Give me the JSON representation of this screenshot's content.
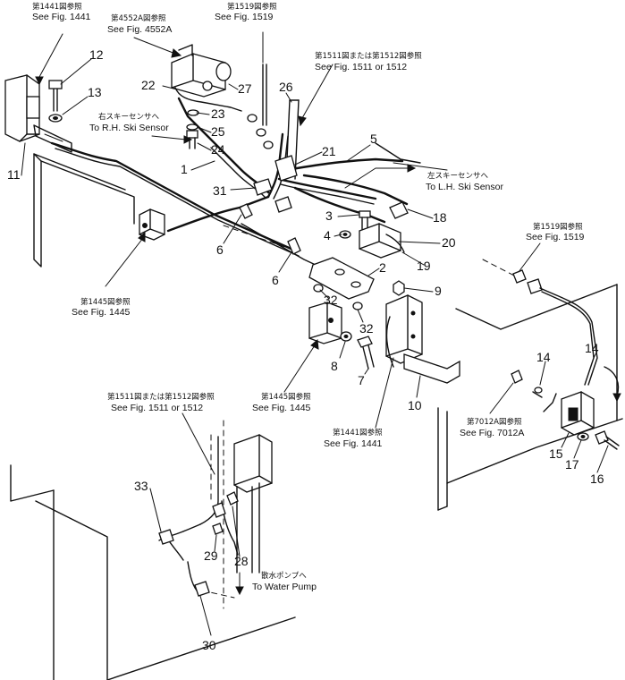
{
  "refs": {
    "r1441_top": {
      "jp": "第1441図参照",
      "en": "See Fig. 1441"
    },
    "r4552": {
      "jp": "第4552A図参照",
      "en": "See Fig. 4552A"
    },
    "r1519_top": {
      "jp": "第1519図参照",
      "en": "See Fig. 1519"
    },
    "r1511_top": {
      "jp": "第1511図または第1512図参照",
      "en": "See Fig. 1511 or 1512"
    },
    "r_rh": {
      "jp": "右スキーセンサへ",
      "en": "To R.H. Ski Sensor"
    },
    "r_lh": {
      "jp": "左スキーセンサへ",
      "en": "To L.H. Ski Sensor"
    },
    "r1519_right": {
      "jp": "第1519図参照",
      "en": "See Fig. 1519"
    },
    "r1445_left": {
      "jp": "第1445図参照",
      "en": "See Fig. 1445"
    },
    "r1445_mid": {
      "jp": "第1445図参照",
      "en": "See Fig. 1445"
    },
    "r1441_mid": {
      "jp": "第1441図参照",
      "en": "See Fig. 1441"
    },
    "r7012": {
      "jp": "第7012A図参照",
      "en": "See Fig. 7012A"
    },
    "r1511_bottom": {
      "jp": "第1511図または第1512図参照",
      "en": "See Fig. 1511 or 1512"
    },
    "r_pump": {
      "jp": "散水ポンプへ",
      "en": "To Water Pump"
    }
  },
  "callouts": {
    "c1": "1",
    "c2": "2",
    "c3": "3",
    "c4": "4",
    "c5": "5",
    "c6a": "6",
    "c6b": "6",
    "c7": "7",
    "c8": "8",
    "c9": "9",
    "c10": "10",
    "c11": "11",
    "c12": "12",
    "c13": "13",
    "c14a": "14",
    "c14b": "14",
    "c15": "15",
    "c16": "16",
    "c17": "17",
    "c18": "18",
    "c19": "19",
    "c20": "20",
    "c21": "21",
    "c22": "22",
    "c23": "23",
    "c24": "24",
    "c25": "25",
    "c26": "26",
    "c27": "27",
    "c28": "28",
    "c29": "29",
    "c30": "30",
    "c31": "31",
    "c32a": "32",
    "c32b": "32",
    "c33": "33"
  }
}
